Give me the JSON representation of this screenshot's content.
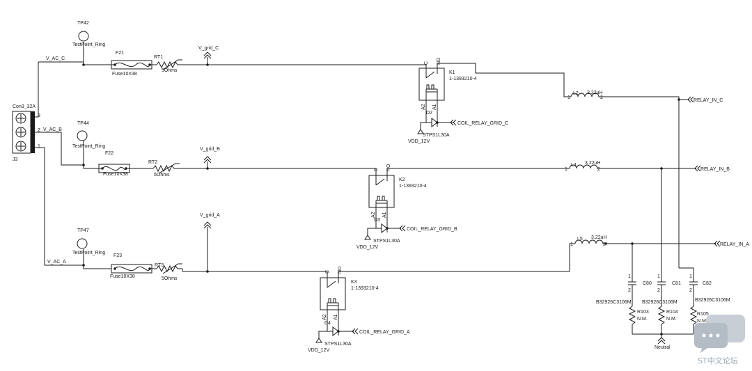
{
  "connector": {
    "ref": "Con3_32A",
    "designator": "J3",
    "pins": [
      "3",
      "2",
      "1"
    ]
  },
  "testpoints": [
    {
      "ref": "TP42",
      "value": "TestPoint_Ring"
    },
    {
      "ref": "TP44",
      "value": "TestPoint_Ring"
    },
    {
      "ref": "TP47",
      "value": "TestPoint_Ring"
    }
  ],
  "nets": {
    "v_ac_c": "V_AC_C",
    "v_ac_b": "V_AC_B",
    "v_ac_a": "V_AC_A",
    "v_grid_c": "V_grid_C",
    "v_grid_b": "V_grid_B",
    "v_grid_a": "V_grid_A",
    "relay_in_c": "RELAY_IN_C",
    "relay_in_b": "RELAY_IN_B",
    "relay_in_a": "RELAY_IN_A",
    "coil_c": "COIL_RELAY_GRID_C",
    "coil_b": "COIL_RELAY_GRID_B",
    "coil_a": "COIL_RELAY_GRID_A",
    "vdd": "VDD_12V",
    "neutral": "Neutral"
  },
  "fuses": [
    {
      "ref": "F21",
      "value": "Fuse10X38"
    },
    {
      "ref": "F22",
      "value": "Fuse10X38"
    },
    {
      "ref": "F23",
      "value": "Fuse10X38"
    }
  ],
  "thermistors": [
    {
      "ref": "RT1",
      "value": "5Ohms"
    },
    {
      "ref": "RT2",
      "value": "5Ohms"
    },
    {
      "ref": "RT3",
      "value": "5Ohms"
    }
  ],
  "relays": [
    {
      "ref": "K1",
      "value": "1-1393210-4"
    },
    {
      "ref": "K2",
      "value": "1-1393210-4"
    },
    {
      "ref": "K3",
      "value": "1-1393210-4"
    }
  ],
  "relay_pins": {
    "c": "C",
    "no": "NO",
    "a1": "A1",
    "a2": "A2"
  },
  "diodes": [
    {
      "ref": "D2",
      "value": "STPS1L30A"
    },
    {
      "ref": "D3",
      "value": "STPS1L30A"
    },
    {
      "ref": "D4",
      "value": "STPS1L30A"
    }
  ],
  "inductors": [
    {
      "ref": "L2",
      "value": "3.22uH"
    },
    {
      "ref": "L4",
      "value": "3.22uH"
    },
    {
      "ref": "L5",
      "value": "3.22uH"
    }
  ],
  "inductor_pins": [
    "1",
    "2"
  ],
  "capacitors": [
    {
      "ref": "C80",
      "value": "B32926C3106M"
    },
    {
      "ref": "C81",
      "value": "B32926C3106M"
    },
    {
      "ref": "C82",
      "value": "B32926C3106M"
    }
  ],
  "resistors": [
    {
      "ref": "R103",
      "value": "N.M."
    },
    {
      "ref": "R104",
      "value": "N.M."
    },
    {
      "ref": "R105",
      "value": "N.M."
    }
  ],
  "cap_pins": [
    "1",
    "2"
  ],
  "watermark": {
    "text": "ST中文论坛",
    "icon": "chat-bubble-icon",
    "color": "#9aa6b3"
  }
}
